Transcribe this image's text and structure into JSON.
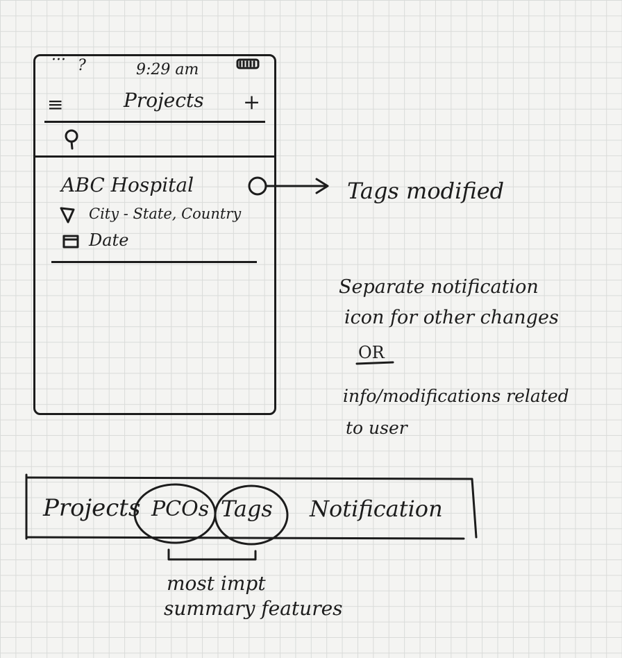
{
  "phone": {
    "status_bar": {
      "signal": "···",
      "wifi": "?",
      "time": "9:29 am",
      "battery_icon": "battery-icon"
    },
    "header": {
      "menu_icon": "≡",
      "title": "Projects",
      "add_icon": "+"
    },
    "search": {
      "search_icon": "search-icon"
    },
    "project": {
      "name": "ABC Hospital",
      "location": "City - State, Country",
      "date": "Date",
      "location_icon": "pin-icon",
      "date_icon": "calendar-icon",
      "notification_icon": "circle-icon"
    }
  },
  "annotations": {
    "tags_note": "Tags modified",
    "separate_note_line1": "Separate notification",
    "separate_note_line2": "icon for other changes",
    "or_label": "OR",
    "info_note_line1": "info/modifications related",
    "info_note_line2": "to user"
  },
  "tab_bar": {
    "items": [
      "Projects",
      "PCOs",
      "Tags",
      "Notification"
    ]
  },
  "footer_note": {
    "line1": "most impt",
    "line2": "summary features"
  }
}
